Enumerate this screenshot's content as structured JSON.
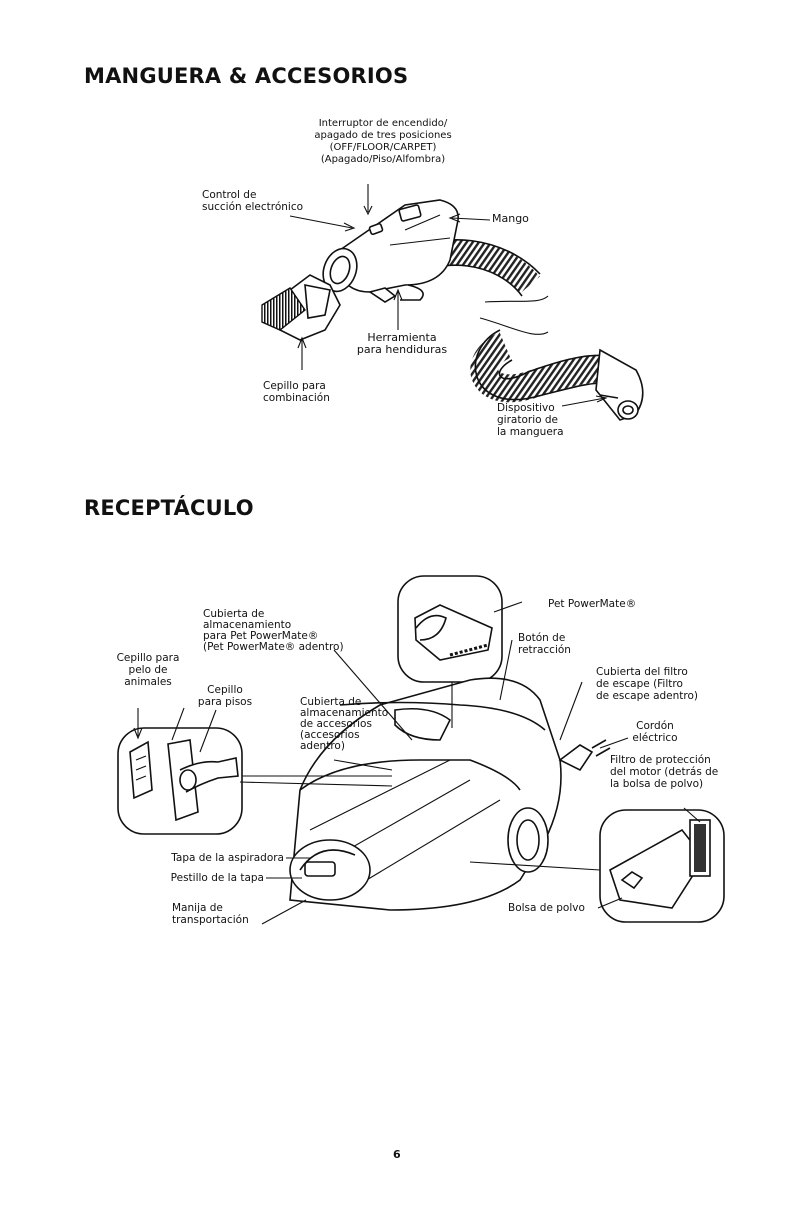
{
  "section1": {
    "title": "MANGUERA & ACCESORIOS",
    "labels": {
      "switch": [
        "Interruptor de encendido/",
        "apagado de tres posiciones",
        "(OFF/FLOOR/CARPET)",
        "(Apagado/Piso/Alfombra)"
      ],
      "suction": [
        "Control de",
        "succión electrónico"
      ],
      "handle": "Mango",
      "crevice": [
        "Herramienta",
        "para hendiduras"
      ],
      "brush": [
        "Cepillo para",
        "combinación"
      ],
      "swivel": [
        "Dispositivo",
        "giratorio de",
        "la manguera"
      ]
    }
  },
  "section2": {
    "title": "RECEPTÁCULO",
    "labels": {
      "pet_cover": [
        "Cubierta de",
        "almacenamiento",
        "para Pet PowerMate®",
        "(Pet PowerMate® adentro)"
      ],
      "pet_brush": [
        "Cepillo para",
        "pelo de",
        "animales"
      ],
      "floor_brush": [
        "Cepillo",
        "para pisos"
      ],
      "acc_cover": [
        "Cubierta de",
        "almacenamiento",
        "de accesorios",
        "(accesorios",
        "adentro)"
      ],
      "pet_powermate": "Pet PowerMate®",
      "retract": [
        "Botón de",
        "retracción"
      ],
      "filter_cover": [
        "Cubierta del filtro",
        "de escape (Filtro",
        "de escape adentro)"
      ],
      "cord": [
        "Cordón",
        "eléctrico"
      ],
      "motor_filter": [
        "Filtro de protección",
        "del motor (detrás de",
        "la bolsa de polvo)"
      ],
      "lid": "Tapa de la aspiradora",
      "latch": "Pestillo de la tapa",
      "carry": [
        "Manija de",
        "transportación"
      ],
      "bag": "Bolsa de polvo"
    }
  },
  "page_number": "6"
}
